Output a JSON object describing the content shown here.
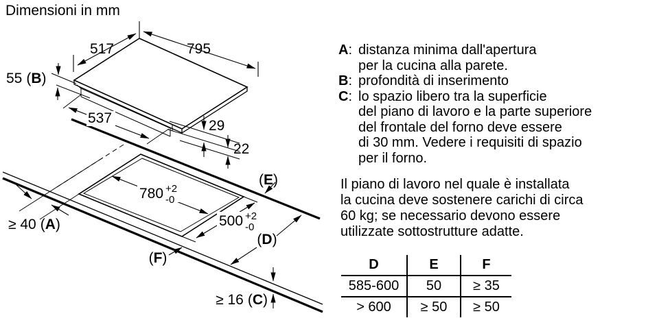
{
  "title": "Dimensioni in mm",
  "diagram": {
    "dim_517": "517",
    "dim_795": "795",
    "dim_55": "55",
    "dim_537": "537",
    "dim_29": "29",
    "dim_22": "22",
    "dim_780": "780",
    "dim_500": "500",
    "tol_plus": "+2",
    "tol_minus": "-0",
    "dim_a_prefix": "≥ 40",
    "dim_c_prefix": "≥ 16",
    "label_a": "A",
    "label_b": "B",
    "label_c": "C",
    "label_d": "D",
    "label_e": "E",
    "label_f": "F",
    "paren_open": "(",
    "paren_close": ")"
  },
  "legend": {
    "colon": ":",
    "items": [
      {
        "key": "A",
        "lines": [
          "distanza minima dall'apertura",
          "per la cucina alla parete."
        ]
      },
      {
        "key": "B",
        "lines": [
          "profondità di inserimento"
        ]
      },
      {
        "key": "C",
        "lines": [
          "lo spazio libero tra la superficie",
          "del piano di lavoro e la parte superiore",
          "del frontale del forno deve essere",
          "di 30 mm. Vedere i requisiti di spazio",
          "per il forno."
        ]
      }
    ]
  },
  "paragraph": {
    "lines": [
      "Il piano di lavoro nel quale è installata",
      "la cucina deve sostenere carichi di circa",
      "60 kg; se necessario devono essere",
      "utilizzate sottostrutture adatte."
    ]
  },
  "table": {
    "headers": [
      "D",
      "E",
      "F"
    ],
    "rows": [
      [
        "585-600",
        "50",
        "≥ 35"
      ],
      [
        "> 600",
        "≥ 50",
        "≥ 50"
      ]
    ]
  }
}
